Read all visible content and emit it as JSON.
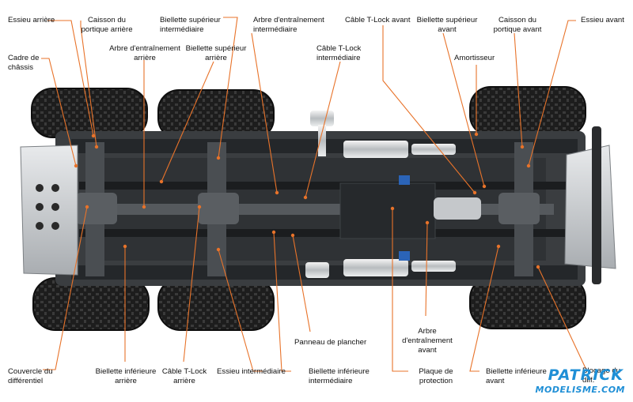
{
  "labels": {
    "essieu_arriere": "Essieu arrière",
    "caisson_portique_arriere": "Caisson du\nportique arrière",
    "biellette_sup_intermediaire": "Biellette supérieur\nintermédiaire",
    "arbre_entrainement_intermediaire": "Arbre d'entraînement\nintermédiaire",
    "cable_tlock_avant": "Câble T-Lock avant",
    "biellette_sup_avant": "Biellette supérieur\navant",
    "caisson_portique_avant": "Caisson du\nportique avant",
    "essieu_avant": "Essieu avant",
    "cadre_chassis": "Cadre de\nchâssis",
    "arbre_entrainement_arriere": "Arbre d'entraînement\narrière",
    "biellette_sup_arriere": "Biellette supérieur\narrière",
    "cable_tlock_intermediaire": "Câble T-Lock\nintermédiaire",
    "amortisseur": "Amortisseur",
    "panneau_plancher": "Panneau de plancher",
    "arbre_entrainement_avant": "Arbre\nd'entraînement\navant",
    "couvercle_differentiel": "Couvercle du\ndifférentiel",
    "biellette_inf_arriere": "Biellette inférieure\narrière",
    "cable_tlock_arriere": "Câble T-Lock\narrière",
    "essieu_intermediaire": "Essieu intermédiaire",
    "biellette_inf_intermediaire": "Biellette inférieure\nintermédiaire",
    "plaque_protection": "Plaque de\nprotection",
    "biellette_inf_avant": "Biellette inférieure\navant",
    "blocage_diff": "Blocage du\ndiff."
  },
  "watermark": {
    "line1": "PATRICK",
    "line2": "MODELISME.COM"
  },
  "colors": {
    "leader": "#e8732a",
    "chassis": "#2d2f31",
    "tire": "#1c1c1c",
    "metal": "#c9ccce",
    "watermark": "#1f8fd6"
  }
}
